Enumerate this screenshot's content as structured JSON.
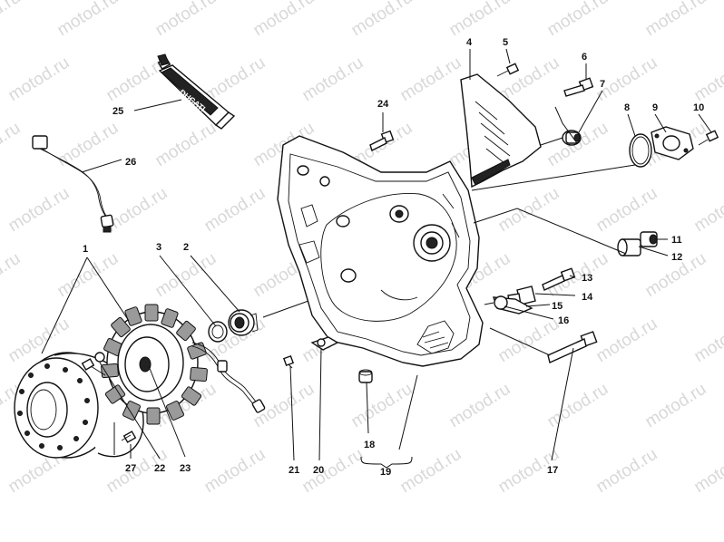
{
  "watermark": "motod.ru",
  "tube_brand": "DUCATI",
  "callouts": {
    "n1": "1",
    "n2": "2",
    "n3": "3",
    "n4": "4",
    "n5": "5",
    "n6": "6",
    "n7": "7",
    "n8": "8",
    "n9": "9",
    "n10": "10",
    "n11": "11",
    "n12": "12",
    "n13": "13",
    "n14": "14",
    "n15": "15",
    "n16": "16",
    "n17": "17",
    "n18": "18",
    "n19": "19",
    "n20": "20",
    "n21": "21",
    "n22": "22",
    "n23": "23",
    "n24": "24",
    "n25": "25",
    "n26": "26",
    "n27": "27"
  }
}
